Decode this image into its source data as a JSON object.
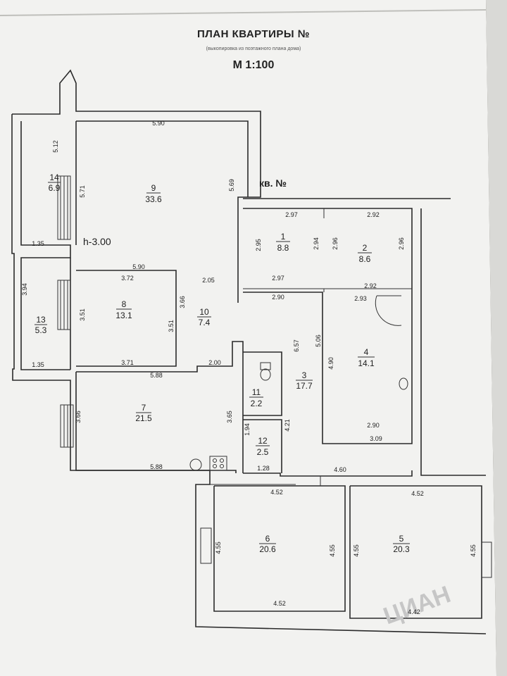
{
  "header": {
    "title": "ПЛАН КВАРТИРЫ №",
    "subtitle": "(выкопировка из поэтажного плана дома)",
    "scale": "М 1:100",
    "apartment_label": "кв. №"
  },
  "ceiling_height": "h-3.00",
  "rooms": [
    {
      "num": "1",
      "area": "8.8"
    },
    {
      "num": "2",
      "area": "8.6"
    },
    {
      "num": "3",
      "area": "17.7"
    },
    {
      "num": "4",
      "area": "14.1"
    },
    {
      "num": "5",
      "area": "20.3"
    },
    {
      "num": "6",
      "area": "20.6"
    },
    {
      "num": "7",
      "area": "21.5"
    },
    {
      "num": "8",
      "area": "13.1"
    },
    {
      "num": "9",
      "area": "33.6"
    },
    {
      "num": "10",
      "area": "7.4"
    },
    {
      "num": "11",
      "area": "2.2"
    },
    {
      "num": "12",
      "area": "2.5"
    },
    {
      "num": "13",
      "area": "5.3"
    },
    {
      "num": "14",
      "area": "6.9"
    }
  ],
  "dimensions": [
    "5.90",
    "5.12",
    "5.71",
    "5.69",
    "1.35",
    "5.90",
    "3.72",
    "3.94",
    "3.51",
    "3.66",
    "2.05",
    "3.51",
    "1.35",
    "3.71",
    "2.00",
    "5.88",
    "3.66",
    "3.65",
    "5.88",
    "2.97",
    "2.92",
    "2.95",
    "2.94",
    "2.96",
    "2.96",
    "2.97",
    "2.90",
    "2.92",
    "2.93",
    "6.57",
    "5.06",
    "4.90",
    "1.94",
    "4.21",
    "1.28",
    "4.60",
    "2.90",
    "3.09",
    "4.52",
    "4.52",
    "4.55",
    "4.55",
    "4.55",
    "4.55",
    "4.52",
    "4.42"
  ],
  "watermark": "ЦИАН"
}
